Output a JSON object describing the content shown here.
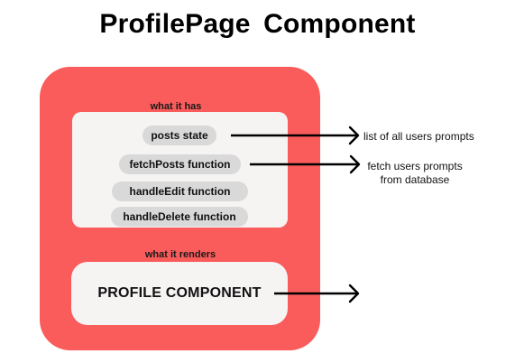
{
  "title": "ProfilePage  Component",
  "sections": {
    "has_label": "what it has",
    "renders_label": "what it renders"
  },
  "items": [
    "posts state",
    "fetchPosts function",
    "handleEdit function",
    "handleDelete function"
  ],
  "profile_component": "PROFILE COMPONENT",
  "annotations": {
    "posts": "list of all users prompts",
    "fetch_line1": "fetch users prompts",
    "fetch_line2": "from database"
  },
  "colors": {
    "outer": "#fa5b5b",
    "inner": "#f6f3f3",
    "pill": "#d9d9d9"
  }
}
